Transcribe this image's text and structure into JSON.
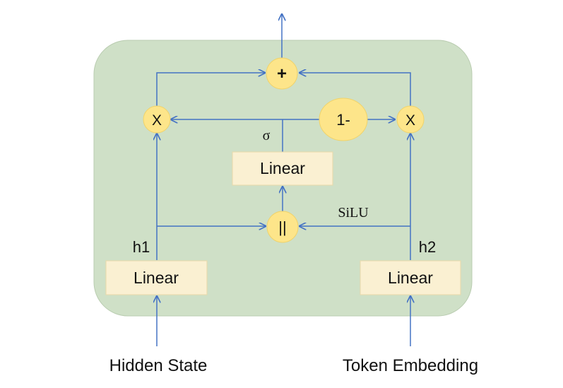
{
  "labels": {
    "linear_left": "Linear",
    "linear_right": "Linear",
    "linear_center": "Linear",
    "h1": "h1",
    "h2": "h2",
    "sigma": "σ",
    "silu": "SiLU",
    "hidden_state": "Hidden State",
    "token_embedding": "Token Embedding"
  },
  "operators": {
    "plus": "+",
    "mult_left": "X",
    "mult_right": "X",
    "one_minus": "1-",
    "concat": "||"
  },
  "colors": {
    "container_fill": "#cfe0c7",
    "box_fill": "#faf0d2",
    "operator_fill": "#fde58a",
    "arrow": "#4472c4"
  }
}
